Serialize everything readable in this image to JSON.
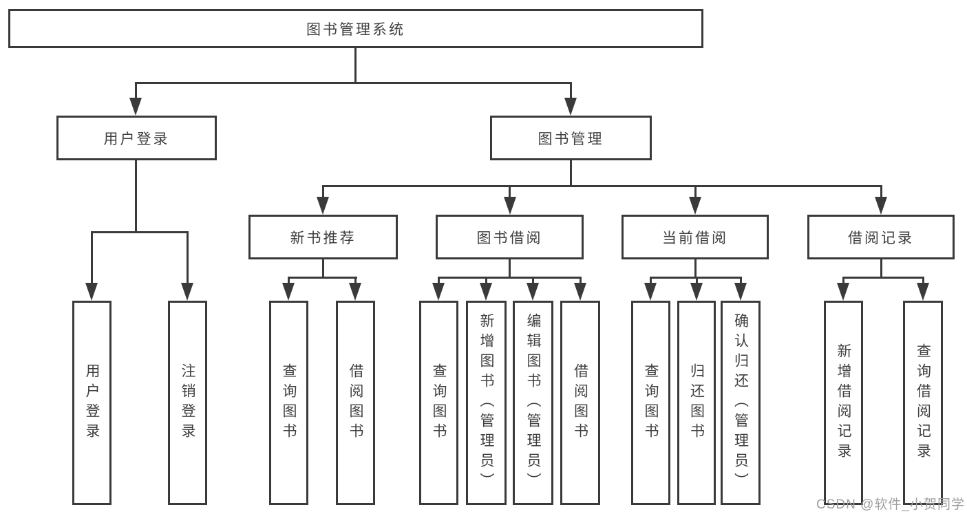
{
  "colors": {
    "line": "#3a3a3a",
    "text": "#404040",
    "watermark": "#9e9e9e",
    "background": "#ffffff"
  },
  "watermark": "CSDN @软件_小贺同学",
  "tree": {
    "root": {
      "label": "图书管理系统"
    },
    "branches": [
      {
        "label": "用户登录",
        "children": [
          {
            "label": "用户登录"
          },
          {
            "label": "注销登录"
          }
        ]
      },
      {
        "label": "图书管理",
        "children": [
          {
            "label": "新书推荐",
            "children": [
              {
                "label": "查询图书"
              },
              {
                "label": "借阅图书"
              }
            ]
          },
          {
            "label": "图书借阅",
            "children": [
              {
                "label": "查询图书"
              },
              {
                "label": "新增图书（管理员）"
              },
              {
                "label": "编辑图书（管理员）"
              },
              {
                "label": "借阅图书"
              }
            ]
          },
          {
            "label": "当前借阅",
            "children": [
              {
                "label": "查询图书"
              },
              {
                "label": "归还图书"
              },
              {
                "label": "确认归还（管理员）"
              }
            ]
          },
          {
            "label": "借阅记录",
            "children": [
              {
                "label": "新增借阅记录"
              },
              {
                "label": "查询借阅记录"
              }
            ]
          }
        ]
      }
    ]
  }
}
